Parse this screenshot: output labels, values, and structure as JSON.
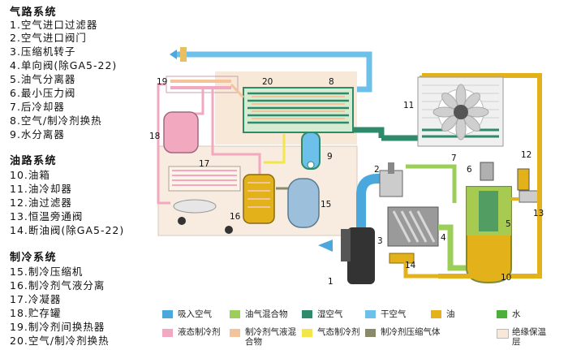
{
  "sections": {
    "air": {
      "title": "气路系统",
      "items": [
        "1.空气进口过滤器",
        "2.空气进口阀门",
        "3.压缩机转子",
        "4.单向阀(除GA5-22)",
        "5.油气分离器",
        "6.最小压力阀",
        "7.后冷却器",
        "8.空气/制冷剂换热",
        "9.水分离器"
      ]
    },
    "oil": {
      "title": "油路系统",
      "items": [
        "10.油箱",
        "11.油冷却器",
        "12.油过滤器",
        "13.恒温旁通阀",
        "14.断油阀(除GA5-22)"
      ]
    },
    "ref": {
      "title": "制冷系统",
      "items": [
        "15.制冷压缩机",
        "16.制冷剂气液分离",
        "17.冷凝器",
        "18.贮存罐",
        "19.制冷剂间换热器",
        "20.空气/制冷剂换热"
      ]
    }
  },
  "diagram_labels": [
    "1",
    "2",
    "3",
    "4",
    "5",
    "6",
    "7",
    "8",
    "9",
    "10",
    "11",
    "12",
    "13",
    "14",
    "15",
    "16",
    "17",
    "18",
    "19",
    "20"
  ],
  "legend": [
    {
      "label": "吸入空气",
      "color": "#4aa8dc"
    },
    {
      "label": "油气混合物",
      "color": "#9ccf5a"
    },
    {
      "label": "湿空气",
      "color": "#2e8a6a"
    },
    {
      "label": "干空气",
      "color": "#6cc0ea"
    },
    {
      "label": "油",
      "color": "#e3b21a"
    },
    {
      "label": "水",
      "color": "#4caf3a"
    },
    {
      "label": "液态制冷剂",
      "color": "#f2a9c0"
    },
    {
      "label": "制冷剂气液混合物",
      "color": "#f3c49c"
    },
    {
      "label": "气态制冷剂",
      "color": "#f2e64a"
    },
    {
      "label": "制冷剂压缩气体",
      "color": "#8a8a6a"
    },
    {
      "label": "绝缘保温层",
      "color": "#f7e8d8"
    }
  ],
  "colors": {
    "intake_air": "#4aa8dc",
    "oil": "#e3b21a",
    "wet_air": "#2e8a6a",
    "dry_air": "#6cc0ea",
    "liquid_ref": "#f2a9c0",
    "mix_ref": "#f3c49c",
    "gas_ref": "#f2e64a",
    "insulation": "#f7e8d8"
  }
}
